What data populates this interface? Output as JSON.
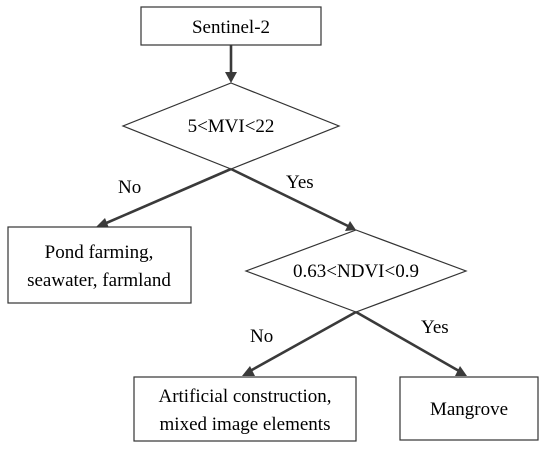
{
  "nodes": {
    "sentinel": {
      "label": "Sentinel-2"
    },
    "mvi": {
      "label": "5<MVI<22"
    },
    "pond": {
      "line1": "Pond farming,",
      "line2": "seawater, farmland"
    },
    "ndvi": {
      "label": "0.63<NDVI<0.9"
    },
    "artificial": {
      "line1": "Artificial construction,",
      "line2": "mixed image elements"
    },
    "mangrove": {
      "label": "Mangrove"
    }
  },
  "edges": {
    "mvi_no": "No",
    "mvi_yes": "Yes",
    "ndvi_no": "No",
    "ndvi_yes": "Yes"
  },
  "colors": {
    "stroke": "#333333",
    "arrow": "#3a3a3a",
    "text": "#000000"
  }
}
